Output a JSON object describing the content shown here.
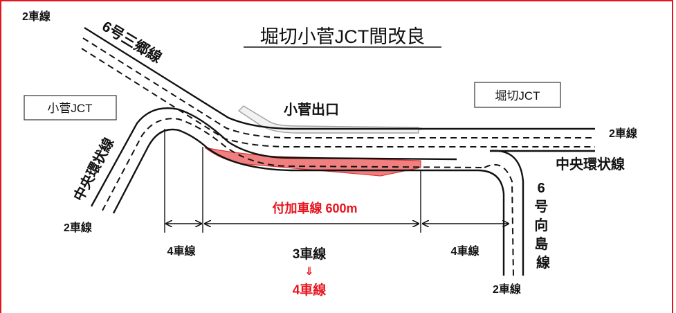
{
  "title": "堀切小菅JCT間改良",
  "colors": {
    "frame": "#e8141e",
    "accent_red": "#e8141e",
    "added_lane_fill": "#f08080",
    "road": "#111111",
    "exit_road": "#b0b0b0"
  },
  "jct_left": "小菅JCT",
  "jct_right": "堀切JCT",
  "roads": {
    "route6_misato": "6号三郷線",
    "central_left": "中央環状線",
    "central_right": "中央環状線",
    "route6_mukojima": "6号向島線",
    "kosuge_exit": "小菅出口"
  },
  "lanes": {
    "top_left": "2車線",
    "left_bottom": "2車線",
    "right_top": "2車線",
    "right_bottom": "2車線",
    "seg_left": "4車線",
    "seg_middle_from": "3車線",
    "arrow": "⇓",
    "seg_middle_to": "4車線",
    "seg_right": "4車線"
  },
  "added_lane_label": "付加車線 600m"
}
